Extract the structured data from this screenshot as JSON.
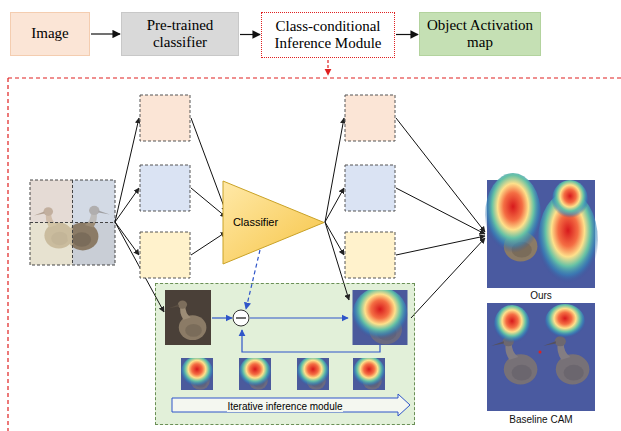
{
  "diagram": {
    "nodes": [
      {
        "text": [
          "Image"
        ]
      },
      {
        "text": [
          "Pre-trained classifier"
        ]
      },
      {
        "text": [
          "Class-conditional Inference Module"
        ]
      },
      {
        "text": [
          "Object Activation map"
        ]
      },
      {
        "text": [
          "Classifier"
        ]
      },
      {
        "text": [
          "Iterative inference module"
        ]
      }
    ],
    "edges": [
      {
        "from": 0,
        "to": 1,
        "arrow": "to"
      },
      {
        "from": 1,
        "to": 2,
        "arrow": "to"
      },
      {
        "from": 2,
        "to": 3,
        "arrow": "to"
      }
    ],
    "labels": [
      "Ours",
      "Baseline CAM"
    ]
  }
}
